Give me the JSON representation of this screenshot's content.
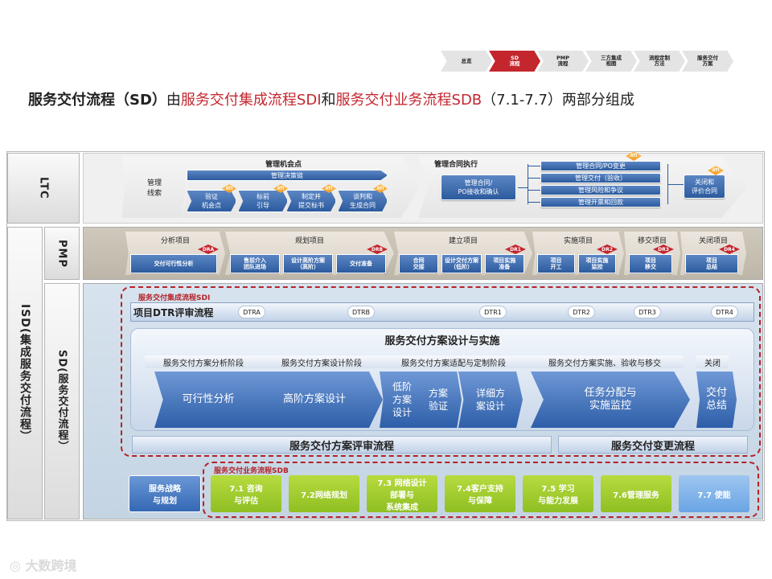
{
  "breadcrumb": [
    "总览",
    "SD\n流程",
    "PMP\n流程",
    "三方集成\n视图",
    "流程定制\n方法",
    "服务交付\n方案"
  ],
  "title": {
    "part1": "服务交付流程（SD）",
    "part2": "由",
    "part3": "服务交付集成流程SDI",
    "part4": "和",
    "part5": "服务交付业务流程SDB",
    "part6": "（7.1-7.7）两部分组成"
  },
  "bands": {
    "ltc": "LTC",
    "pmp": "PMP",
    "isd": "ISD(集成服务交付流程）",
    "sd": "SD(服务交付流程）"
  },
  "ltc": {
    "lead": "管理\n线索",
    "opp_title": "管理机会点",
    "decision_chain": "管理决策链",
    "opp_steps": [
      "验证\n机会点",
      "标前\n引导",
      "制定并\n提交标书",
      "谈判和\n生成合同"
    ],
    "contract_title": "管理合同执行",
    "po": "管理合同/\nPO接收和确认",
    "exec_items": [
      "管理合同/PO变更",
      "管理交付（验收）",
      "管理风险和争议",
      "管理开票和回款"
    ],
    "close": "关闭和\n评价合同",
    "atr": "ATI"
  },
  "pmp": {
    "phases": [
      {
        "title": "分析项目",
        "dr": "DRA",
        "boxes": [
          "交付可行性分析"
        ]
      },
      {
        "title": "规划项目",
        "dr": "DRB",
        "boxes": [
          "售前介入\n团队进场",
          "设计高阶方案\n（高阶）",
          "交付准备"
        ]
      },
      {
        "title": "建立项目",
        "dr": "DR1",
        "boxes": [
          "合同\n交接",
          "设计交付方案\n（低阶）",
          "项目实施\n准备"
        ]
      },
      {
        "title": "实施项目",
        "dr": "DR2",
        "boxes": [
          "项目\n开工",
          "项目实施\n监控"
        ]
      },
      {
        "title": "移交项目",
        "dr": "DR3",
        "boxes": [
          "项目\n移交"
        ]
      },
      {
        "title": "关闭项目",
        "dr": "DR4",
        "boxes": [
          "项目\n总结"
        ]
      }
    ]
  },
  "sdi": {
    "label": "服务交付集成流程SDI",
    "dtr_title": "项目DTR评审流程",
    "dtr_points": [
      "DTRA",
      "DTRB",
      "DTR1",
      "DTR2",
      "DTR3",
      "DTR4"
    ],
    "design_title": "服务交付方案设计与实施",
    "stage_labels": [
      "服务交付方案分析阶段",
      "服务交付方案设计阶段",
      "服务交付方案适配与定制阶段",
      "服务交付方案实施、验收与移交",
      "关闭"
    ],
    "steps": [
      "可行性分析",
      "高阶方案设计",
      "低阶\n方案\n设计",
      "方案\n验证",
      "详细方\n案设计",
      "任务分配与\n实施监控",
      "交付\n总结"
    ],
    "review": "服务交付方案评审流程",
    "change": "服务交付变更流程"
  },
  "sdb": {
    "label": "服务交付业务流程SDB",
    "strategy": "服务战略\n与规划",
    "items": [
      "7.1 咨询\n与评估",
      "7.2网络规划",
      "7.3 网络设计\n部署与\n系统集成",
      "7.4客户支持\n与保障",
      "7.5  学习\n与能力发展",
      "7.6管理服务",
      "7.7 使能"
    ]
  },
  "watermark": "大数跨境",
  "colors": {
    "accent_red": "#c4262e",
    "blue": "#2c5b9e",
    "green": "#8fbf23"
  }
}
